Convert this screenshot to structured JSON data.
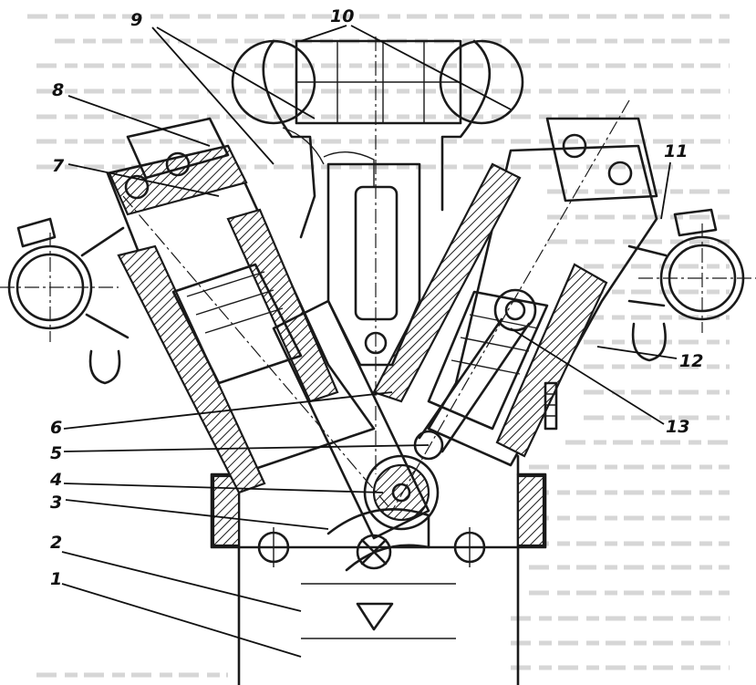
{
  "colors": {
    "ink": "#1a1a1a",
    "paper": "#ffffff",
    "bleed_through": "#d6d6d6"
  },
  "callouts": [
    {
      "id": "1",
      "text": "1"
    },
    {
      "id": "2",
      "text": "2"
    },
    {
      "id": "3",
      "text": "3"
    },
    {
      "id": "4",
      "text": "4"
    },
    {
      "id": "5",
      "text": "5"
    },
    {
      "id": "6",
      "text": "6"
    },
    {
      "id": "7",
      "text": "7"
    },
    {
      "id": "8",
      "text": "8"
    },
    {
      "id": "9",
      "text": "9"
    },
    {
      "id": "10",
      "text": "10"
    },
    {
      "id": "11",
      "text": "11"
    },
    {
      "id": "12",
      "text": "12"
    },
    {
      "id": "13",
      "text": "13"
    }
  ]
}
